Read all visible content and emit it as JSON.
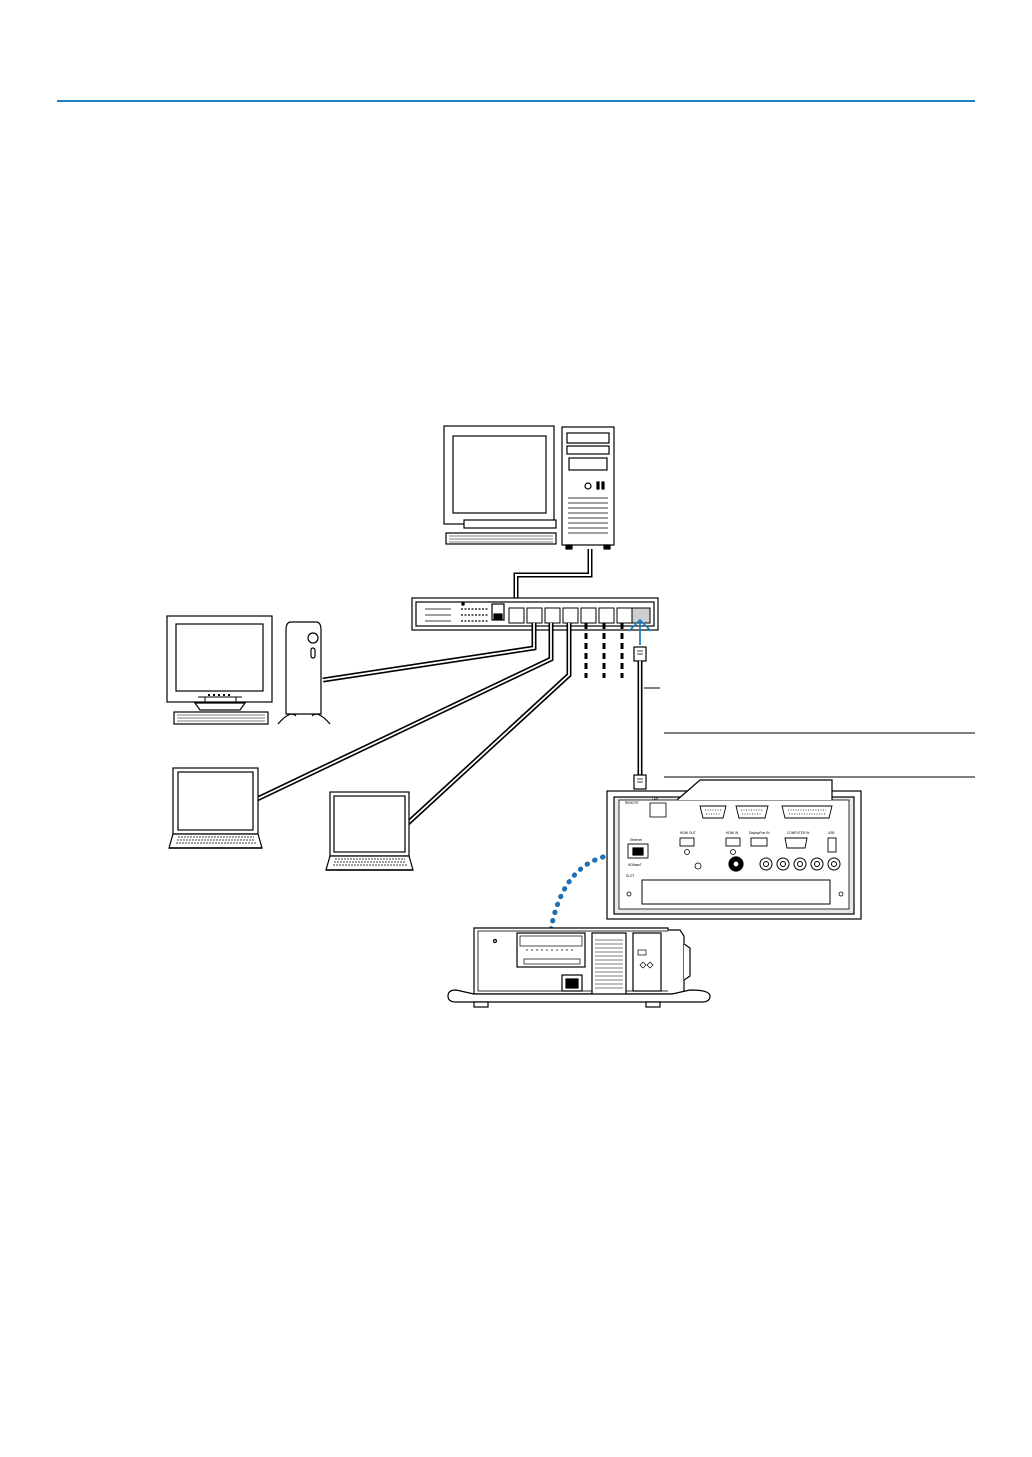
{
  "colors": {
    "header_rule": "#1f7fc0",
    "connection_arrow": "#1f7fc0",
    "wireless_link": "#1f6fb5",
    "outline": "#000000",
    "panel_fill": "#e8e8e8"
  },
  "diagram": {
    "devices": [
      {
        "id": "tower-pc",
        "icon": "tower-computer-icon"
      },
      {
        "id": "network-hub",
        "icon": "network-switch-icon"
      },
      {
        "id": "desktop-pc",
        "icon": "desktop-computer-icon"
      },
      {
        "id": "laptop-left",
        "icon": "laptop-icon"
      },
      {
        "id": "laptop-right",
        "icon": "laptop-icon"
      },
      {
        "id": "projector",
        "icon": "projector-icon"
      },
      {
        "id": "terminal-panel",
        "icon": "terminal-panel-icon"
      }
    ],
    "panel_labels": {
      "lan": "LAN",
      "ethernet": "Ethernet",
      "hdbaset": "HDBaseT",
      "hdmi_out": "HDMI OUT",
      "hdmi_in": "HDMI IN",
      "display_port": "DisplayPort IN",
      "computer_in": "COMPUTER IN",
      "usb": "USB",
      "slot": "SLOT",
      "remote": "REMOTE"
    }
  }
}
